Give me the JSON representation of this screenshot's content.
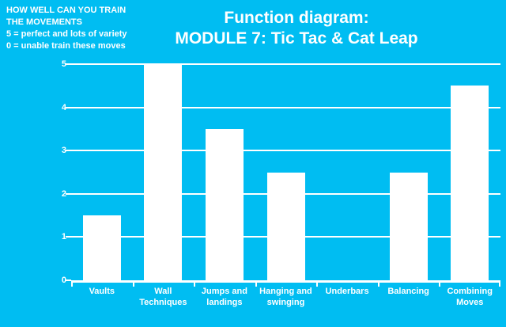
{
  "page": {
    "background_color": "#00bdf2",
    "text_color": "#ffffff"
  },
  "notes": {
    "lines": [
      "HOW WELL CAN YOU TRAIN",
      "THE MOVEMENTS",
      "5 = perfect and lots of variety",
      "0 = unable train these moves"
    ]
  },
  "chart_data": {
    "type": "bar",
    "title": "Function diagram: MODULE 7: Tic Tac & Cat Leap",
    "title_lines": [
      "Function diagram:",
      "MODULE 7: Tic Tac & Cat Leap"
    ],
    "categories": [
      "Vaults",
      "Wall Techniques",
      "Jumps and landings",
      "Hanging and swinging",
      "Underbars",
      "Balancing",
      "Combining Moves"
    ],
    "category_label_lines": [
      [
        "Vaults"
      ],
      [
        "Wall",
        "Techniques"
      ],
      [
        "Jumps and",
        "landings"
      ],
      [
        "Hanging and",
        "swinging"
      ],
      [
        "Underbars"
      ],
      [
        "Balancing"
      ],
      [
        "Combining",
        "Moves"
      ]
    ],
    "values": [
      1.5,
      5,
      3.5,
      2.5,
      0,
      2.5,
      4.5
    ],
    "xlabel": "",
    "ylabel": "",
    "ylim": [
      0,
      5
    ],
    "yticks": [
      0,
      1,
      2,
      3,
      4,
      5
    ],
    "grid": true,
    "legend_position": "none",
    "bar_color": "#ffffff",
    "gridline_color": "#ffffff"
  }
}
